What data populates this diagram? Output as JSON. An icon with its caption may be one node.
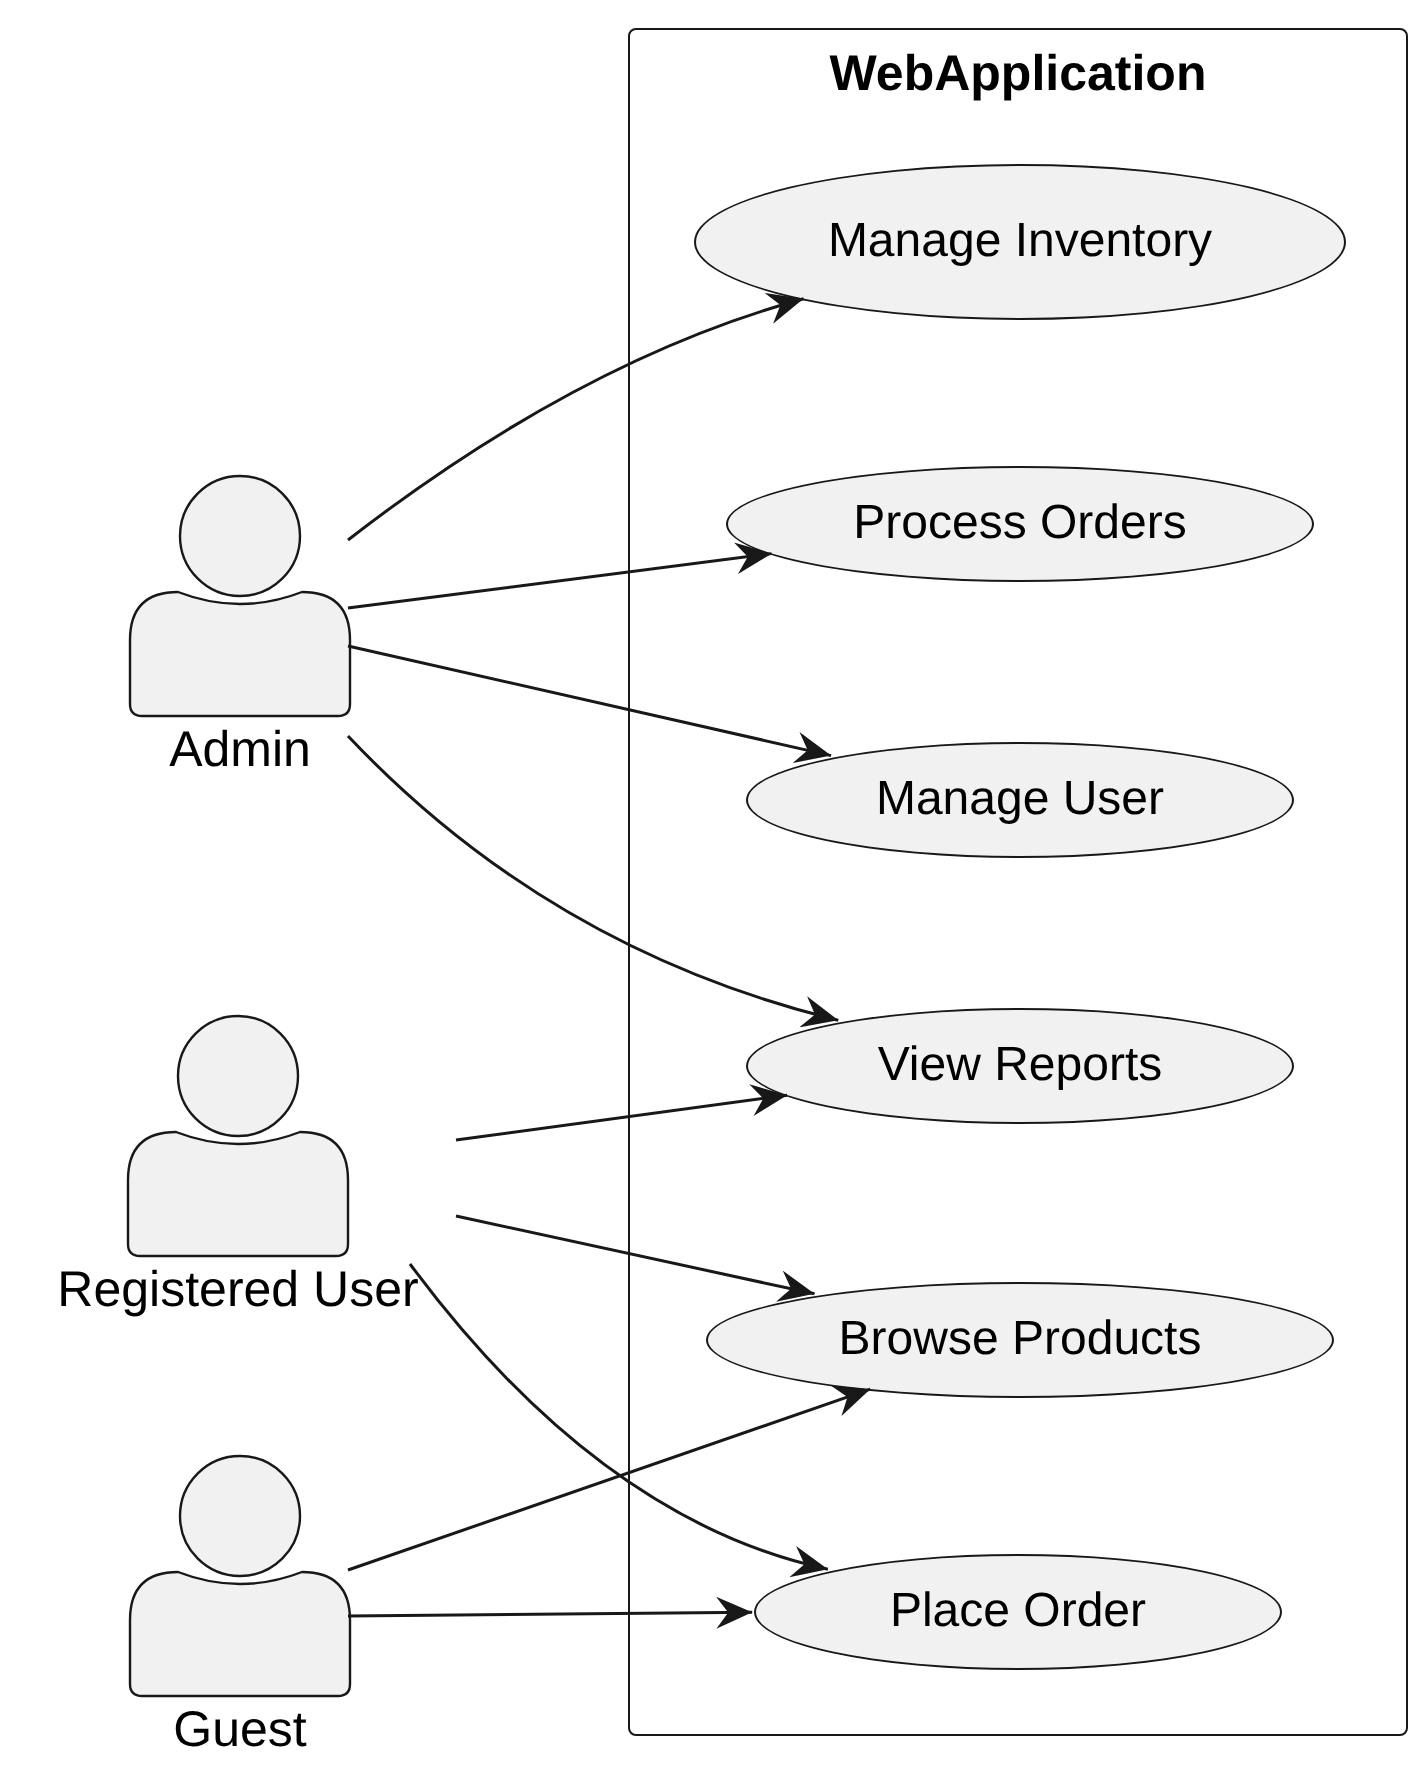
{
  "diagram": {
    "nodes": [
      {
        "text": [
          "WebApplication"
        ]
      },
      {
        "text": [
          "Manage Inventory"
        ],
        "in": 0
      },
      {
        "text": [
          "Process Orders"
        ],
        "in": 0
      },
      {
        "text": [
          "Manage User"
        ],
        "in": 0
      },
      {
        "text": [
          "View Reports"
        ],
        "in": 0
      },
      {
        "text": [
          "Browse Products"
        ],
        "in": 0
      },
      {
        "text": [
          "Place Order"
        ],
        "in": 0
      },
      {
        "text": [
          "Admin"
        ]
      },
      {
        "text": [
          "Registered User"
        ]
      },
      {
        "text": [
          "Guest"
        ]
      }
    ],
    "edges": [
      {
        "from": 7,
        "to": 1,
        "arrow": "to"
      },
      {
        "from": 7,
        "to": 2,
        "arrow": "to"
      },
      {
        "from": 7,
        "to": 3,
        "arrow": "to"
      },
      {
        "from": 7,
        "to": 4,
        "arrow": "to"
      },
      {
        "from": 8,
        "to": 4,
        "arrow": "to"
      },
      {
        "from": 8,
        "to": 5,
        "arrow": "to"
      },
      {
        "from": 8,
        "to": 6,
        "arrow": "to"
      },
      {
        "from": 9,
        "to": 5,
        "arrow": "to"
      },
      {
        "from": 9,
        "to": 6,
        "arrow": "to"
      }
    ]
  }
}
